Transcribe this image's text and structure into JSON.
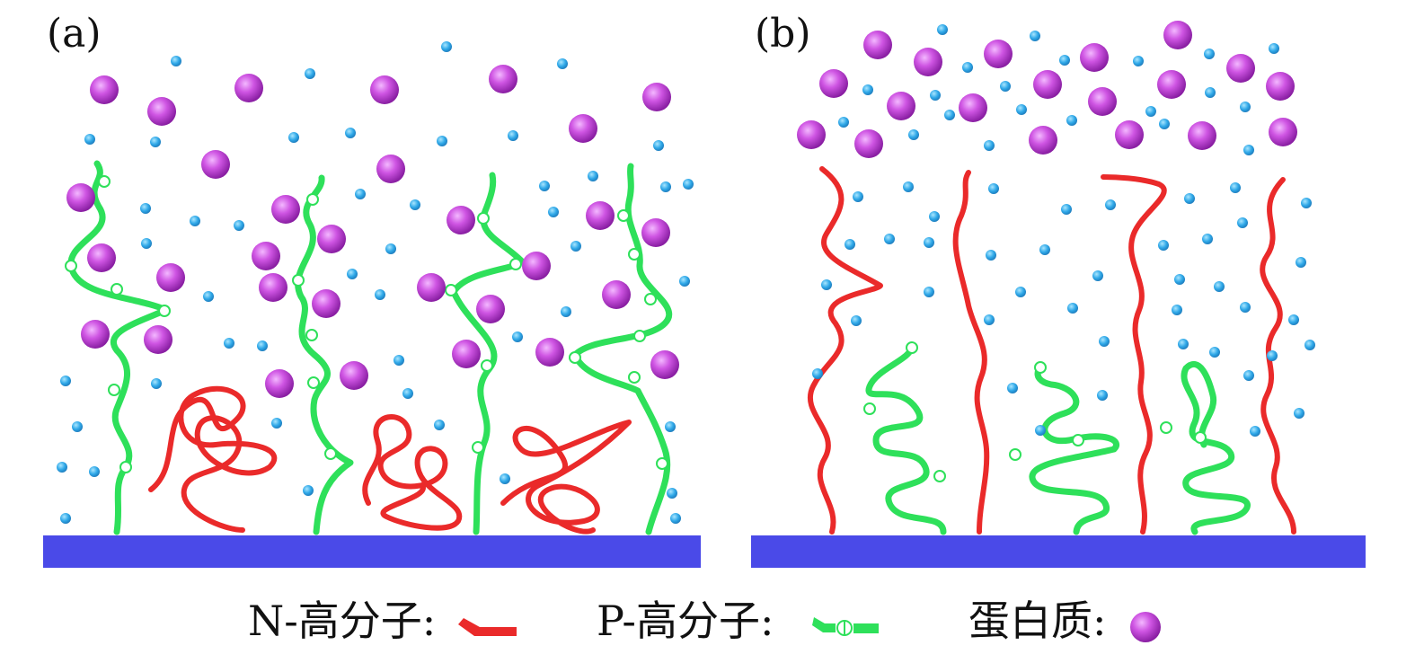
{
  "panels": [
    {
      "label": "(a)"
    },
    {
      "label": "(b)"
    }
  ],
  "legend": [
    {
      "text": "N-高分子:",
      "symbol": "n-polymer-swatch"
    },
    {
      "text": "P-高分子:",
      "symbol": "p-polymer-swatch"
    },
    {
      "text": "蛋白质:",
      "symbol": "protein-swatch"
    }
  ],
  "colors": {
    "substrate": "#4a4ae8",
    "n_polymer": "#ea2a2a",
    "p_polymer": "#2ee05a",
    "protein": "#c24ad9",
    "small_molecule": "#2fa8e8"
  }
}
